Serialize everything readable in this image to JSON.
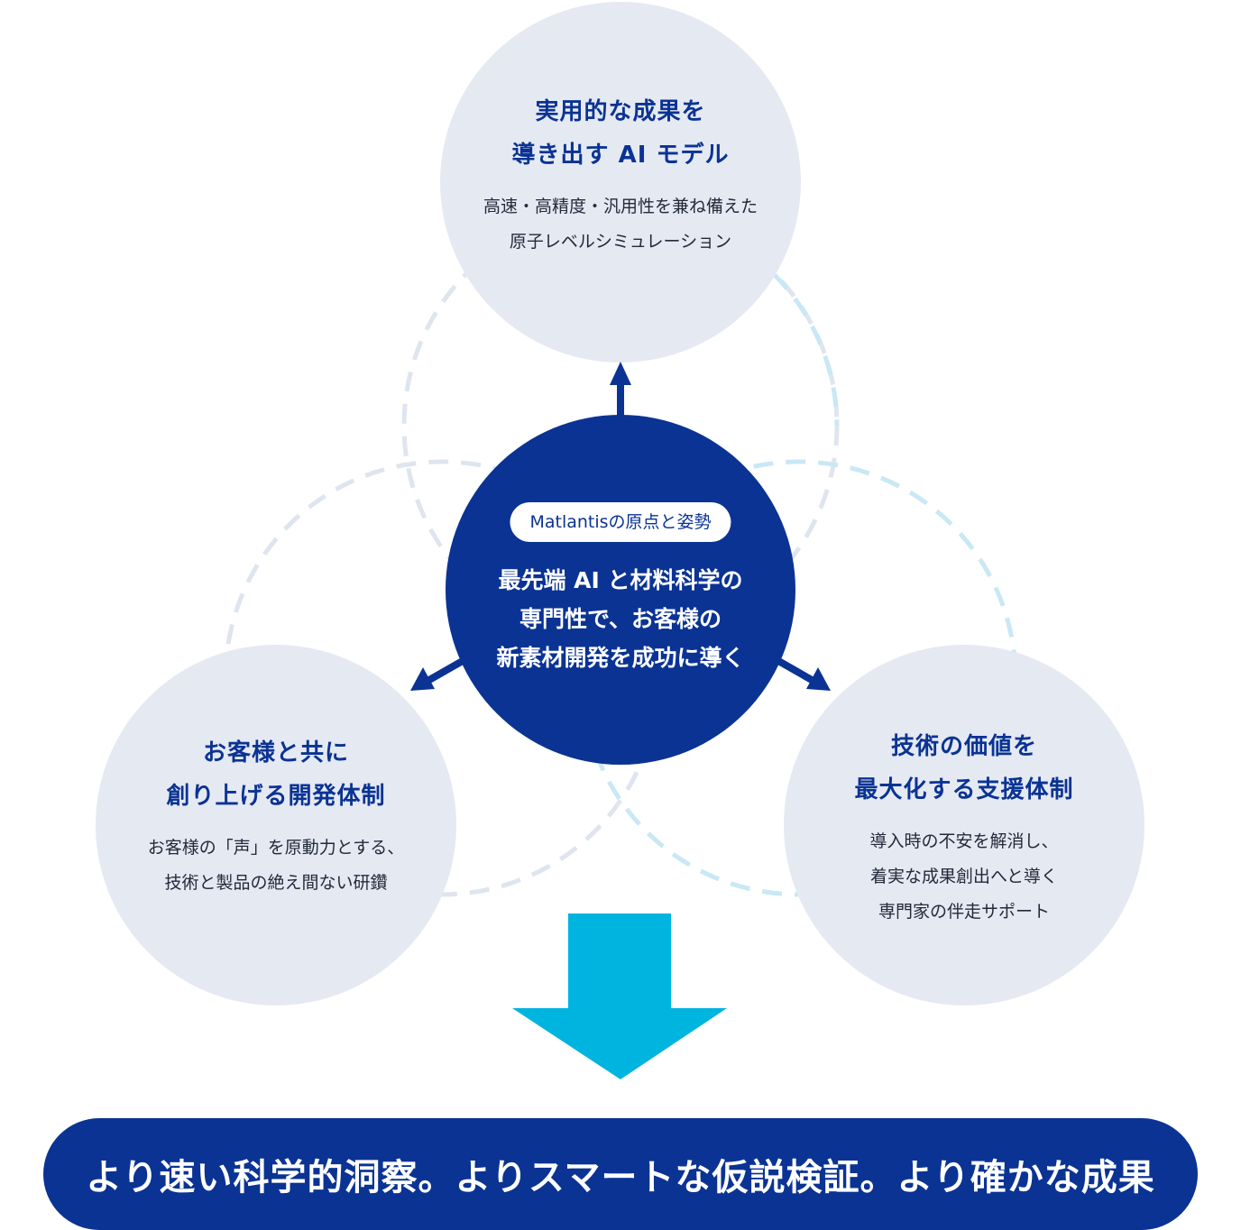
{
  "colors": {
    "navy": "#0a3393",
    "circle_fill": "#e5e9f2",
    "dashed_ring_gray": "#dfe5ef",
    "dashed_ring_blue": "#c9e8f5",
    "down_arrow": "#00b4e0",
    "white": "#ffffff"
  },
  "center": {
    "pill_label": "Matlantisの原点と姿勢",
    "lines": [
      "最先端 AI と材料科学の",
      "専門性で、お客様の",
      "新素材開発を成功に導く"
    ]
  },
  "top_circle": {
    "title_lines": [
      "実用的な成果を",
      "導き出す AI モデル"
    ],
    "desc_lines": [
      "高速・高精度・汎用性を兼ね備えた",
      "原子レベルシミュレーション"
    ]
  },
  "left_circle": {
    "title_lines": [
      "お客様と共に",
      "創り上げる開発体制"
    ],
    "desc_lines": [
      "お客様の「声」を原動力とする、",
      "技術と製品の絶え間ない研鑽"
    ]
  },
  "right_circle": {
    "title_lines": [
      "技術の価値を",
      "最大化する支援体制"
    ],
    "desc_lines": [
      "導入時の不安を解消し、",
      "着実な成果創出へと導く",
      "専門家の伴走サポート"
    ]
  },
  "icons": {
    "arrow_up": "arrow-up-icon",
    "arrow_left": "arrow-down-left-icon",
    "arrow_right": "arrow-down-right-icon",
    "big_arrow": "big-down-arrow-icon"
  },
  "banner": {
    "text": "より速い科学的洞察。よりスマートな仮説検証。より確かな成果"
  }
}
